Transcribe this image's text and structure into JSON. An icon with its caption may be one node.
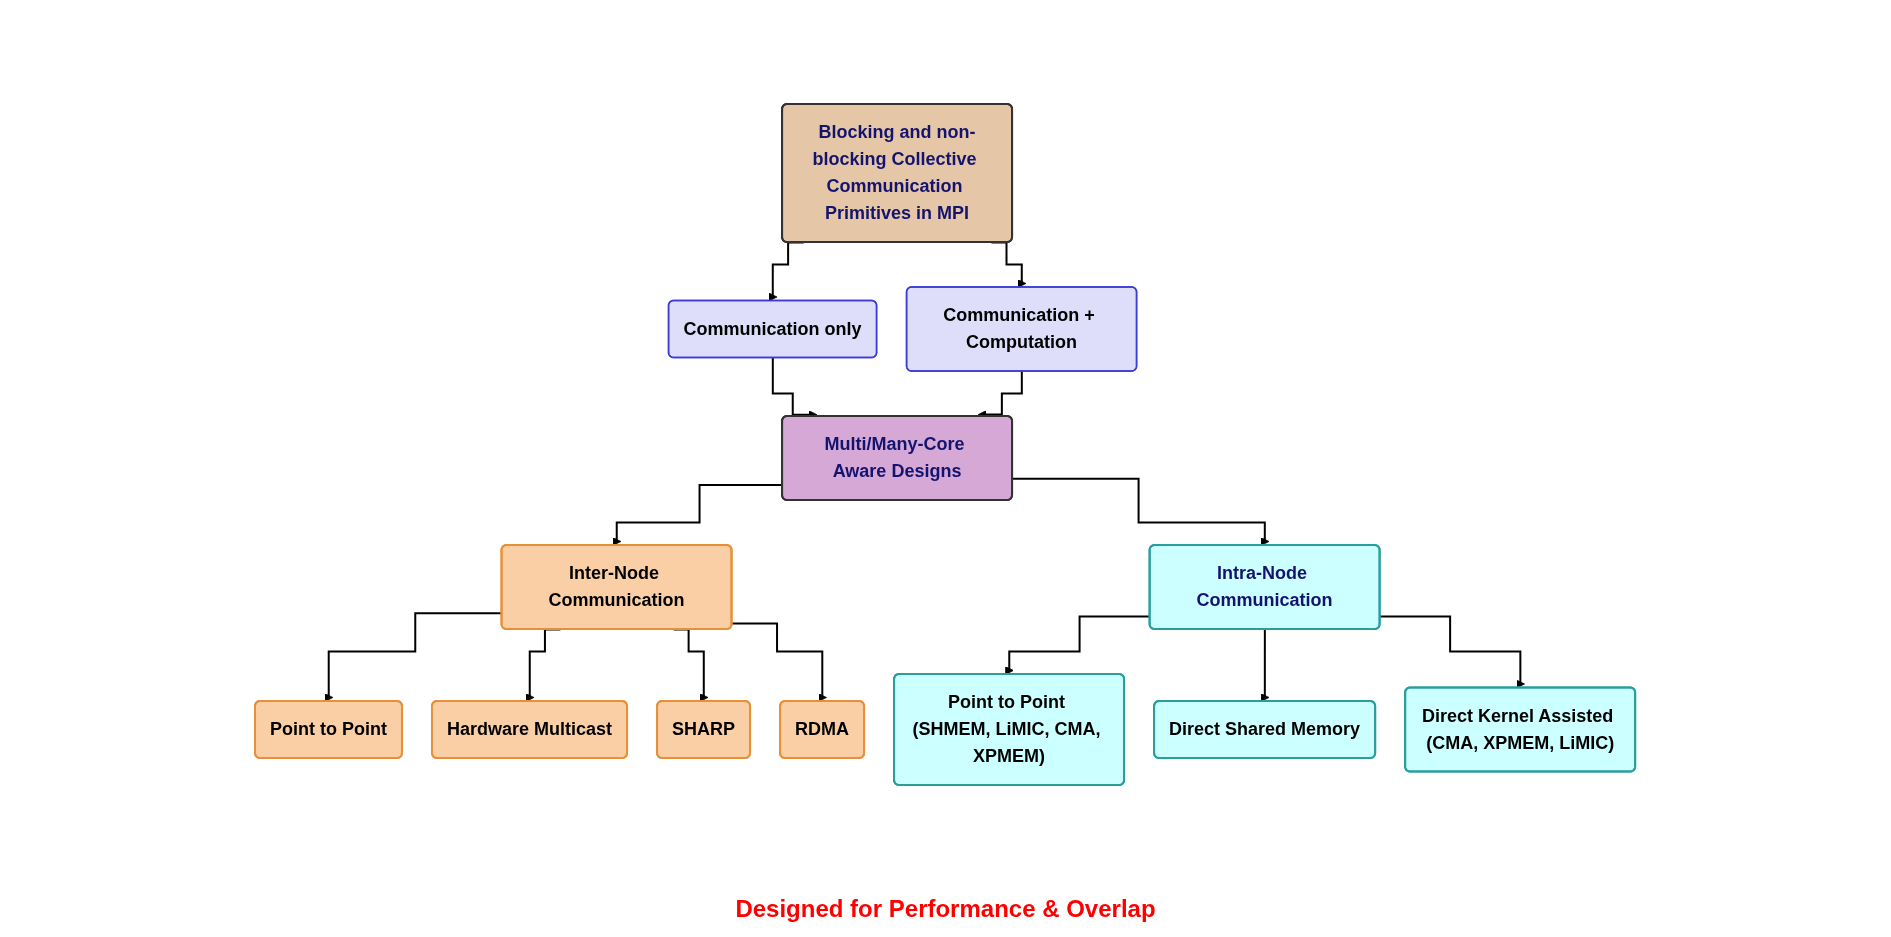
{
  "diagram": {
    "nodes": [
      {
        "text": [
          "Blocking and non-blocking Collective Communication Primitives in MPI"
        ]
      },
      {
        "text": [
          "Communication only"
        ]
      },
      {
        "text": [
          "Communication + Computation"
        ]
      },
      {
        "text": [
          "Multi/Many-Core Aware Designs"
        ]
      },
      {
        "text": [
          "Inter-Node Communication"
        ]
      },
      {
        "text": [
          "Intra-Node Communication"
        ]
      },
      {
        "text": [
          "Point to Point"
        ]
      },
      {
        "text": [
          "Hardware Multicast"
        ]
      },
      {
        "text": [
          "SHARP"
        ]
      },
      {
        "text": [
          "RDMA"
        ]
      },
      {
        "text": [
          "Point to Point (SHMEM, LiMIC, CMA, XPMEM)"
        ]
      },
      {
        "text": [
          "Direct Shared Memory"
        ]
      },
      {
        "text": [
          "Direct Kernel Assisted (CMA, XPMEM, LiMIC)"
        ]
      }
    ],
    "edges": [
      {
        "from": 0,
        "to": 1,
        "arrow": "to"
      },
      {
        "from": 0,
        "to": 2,
        "arrow": "to"
      },
      {
        "from": 1,
        "to": 3,
        "arrow": "to"
      },
      {
        "from": 2,
        "to": 3,
        "arrow": "to"
      },
      {
        "from": 3,
        "to": 4,
        "arrow": "to"
      },
      {
        "from": 3,
        "to": 5,
        "arrow": "to"
      },
      {
        "from": 4,
        "to": 6,
        "arrow": "to"
      },
      {
        "from": 4,
        "to": 7,
        "arrow": "to"
      },
      {
        "from": 4,
        "to": 8,
        "arrow": "to"
      },
      {
        "from": 4,
        "to": 9,
        "arrow": "to"
      },
      {
        "from": 5,
        "to": 10,
        "arrow": "to"
      },
      {
        "from": 5,
        "to": 11,
        "arrow": "to"
      },
      {
        "from": 5,
        "to": 12,
        "arrow": "to"
      }
    ],
    "labels": [
      "Designed for Performance & Overlap"
    ]
  }
}
